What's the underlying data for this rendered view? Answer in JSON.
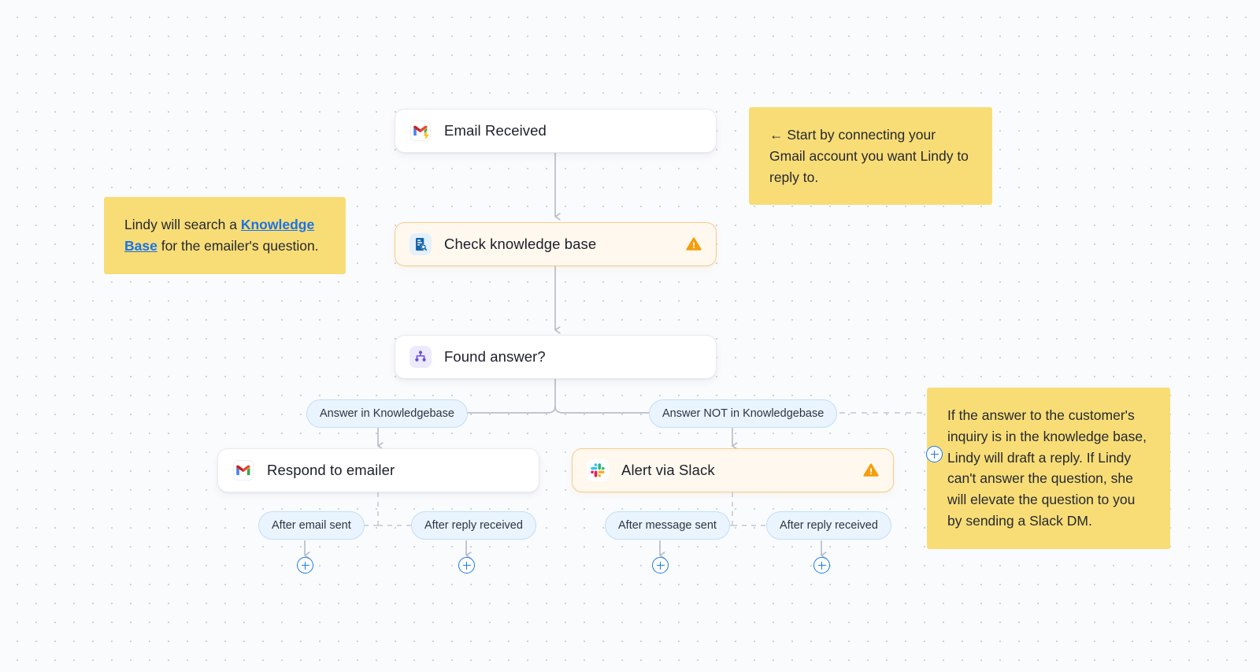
{
  "canvas": {
    "background_color": "#fafbfd",
    "dot_color": "#cdd2dd"
  },
  "colors": {
    "accent_blue": "#1a7ae8",
    "pill_bg": "#eaf4fe",
    "pill_border": "#c3def8",
    "warn_node_bg": "#fff8ee",
    "warn_node_border": "#f6cc8a",
    "warn_icon": "#f59e0b",
    "sticky_bg": "#f8dd77",
    "link_blue": "#1a73e8",
    "wire_gray": "#b9bec9"
  },
  "nodes": {
    "trigger": {
      "title": "Email Received",
      "icon": "gmail-trigger-icon",
      "state": "normal",
      "has_warning": false
    },
    "knowledge_base": {
      "title": "Check knowledge base",
      "icon": "knowledge-base-icon",
      "state": "warning",
      "has_warning": true
    },
    "decision": {
      "title": "Found answer?",
      "icon": "branch-icon",
      "state": "normal",
      "has_warning": false
    },
    "respond": {
      "title": "Respond to emailer",
      "icon": "gmail-icon",
      "state": "normal",
      "has_warning": false
    },
    "slack": {
      "title": "Alert via Slack",
      "icon": "slack-icon",
      "state": "warning",
      "has_warning": true
    }
  },
  "branches": {
    "left_label": "Answer in Knowledgebase",
    "right_label": "Answer NOT in Knowledgebase"
  },
  "followups": [
    {
      "label": "After email sent"
    },
    {
      "label": "After reply received"
    },
    {
      "label": "After message sent"
    },
    {
      "label": "After reply received"
    }
  ],
  "add_buttons": {
    "label": "+",
    "count": 5
  },
  "sticky_notes": {
    "gmail": {
      "text": "← Start by connecting your Gmail account you want Lindy to reply to."
    },
    "knowledge_base": {
      "prefix": "Lindy will search a ",
      "link": "Knowledge Base",
      "suffix": " for the emailer's question."
    },
    "branching": {
      "text": "If the answer to the customer's inquiry is in the knowledge base, Lindy will draft a reply. If Lindy can't answer the question, she will elevate the question to you by sending a Slack DM."
    }
  }
}
